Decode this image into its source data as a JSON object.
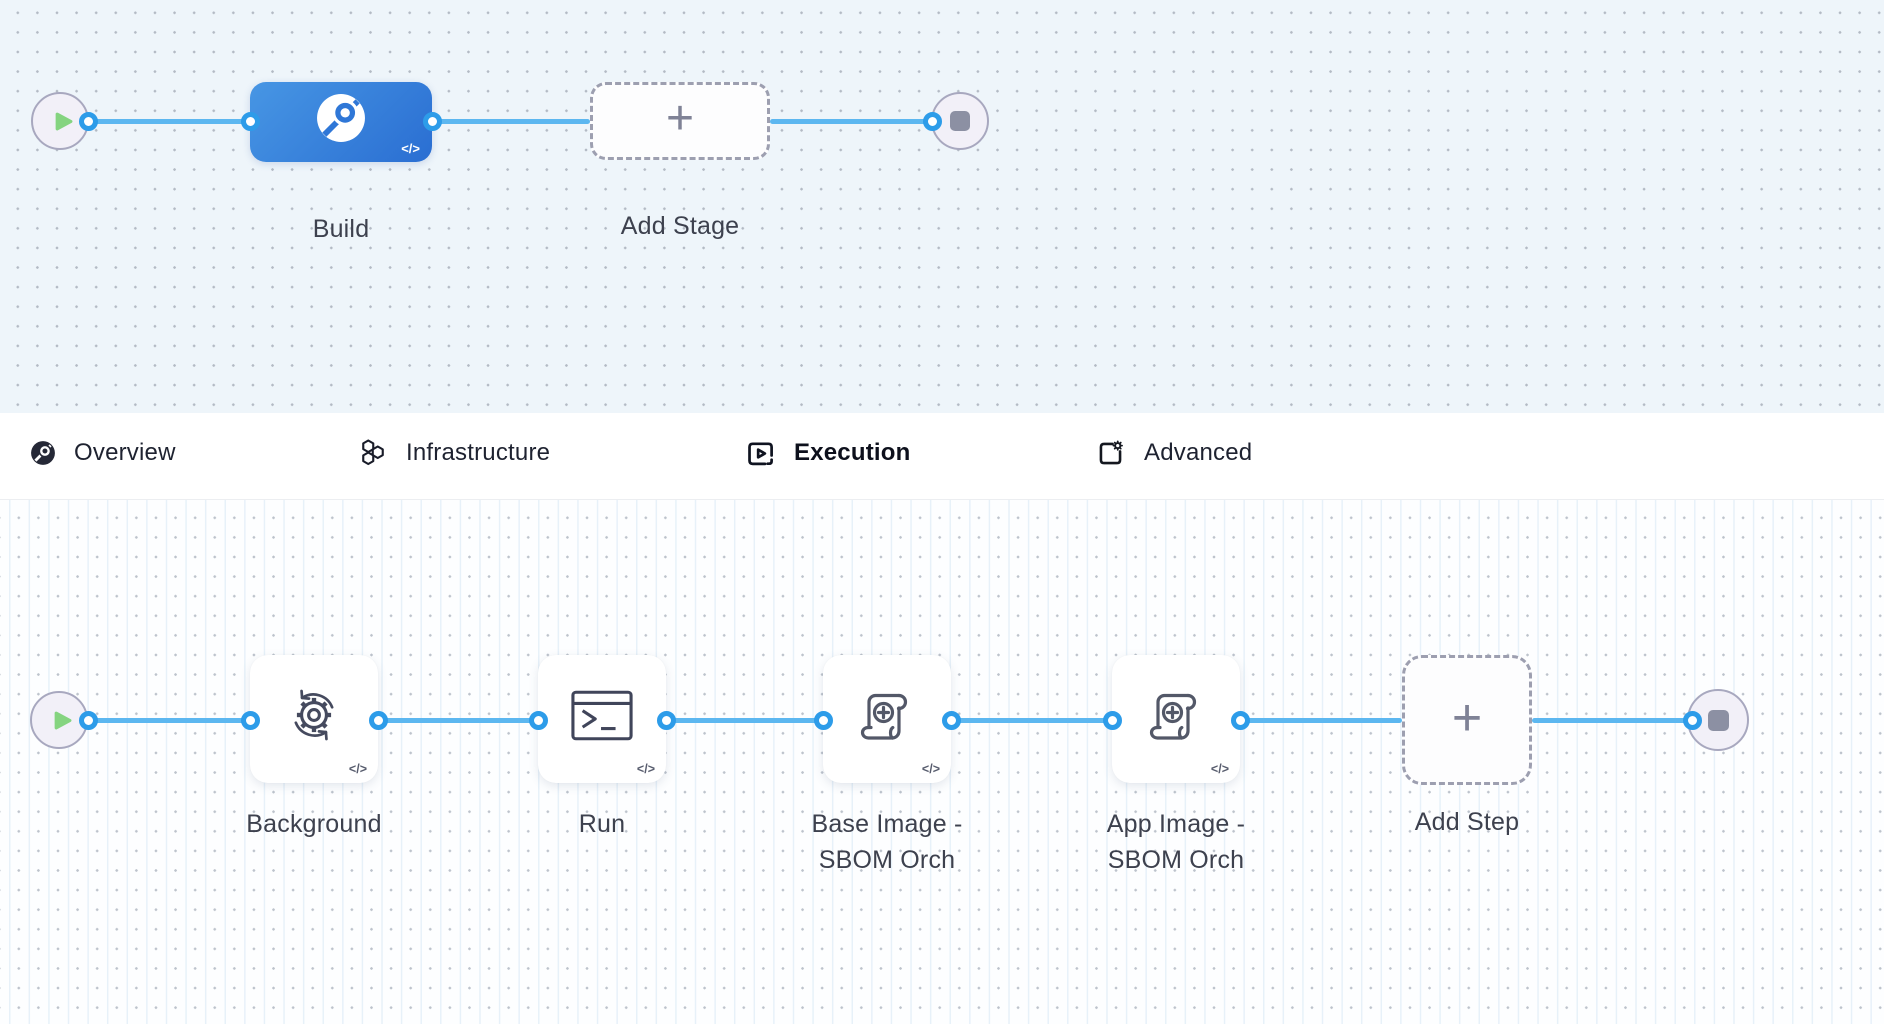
{
  "pipeline_stage_canvas": {
    "stages": [
      {
        "name": "Build",
        "type": "ci-build",
        "selected": true,
        "icon": "ci-module-icon"
      }
    ],
    "add_stage": {
      "label": "Add Stage"
    },
    "start_node": "play",
    "end_node": "stop"
  },
  "stage_tabs": {
    "items": [
      {
        "label": "Overview",
        "icon": "ci-module-icon",
        "active": false
      },
      {
        "label": "Infrastructure",
        "icon": "hexagon-cluster-icon",
        "active": false
      },
      {
        "label": "Execution",
        "icon": "execution-play-icon",
        "active": true
      },
      {
        "label": "Advanced",
        "icon": "advanced-settings-icon",
        "active": false
      }
    ]
  },
  "execution_canvas": {
    "steps": [
      {
        "lines": [
          "Background"
        ],
        "icon": "background-sync-icon"
      },
      {
        "lines": [
          "Run"
        ],
        "icon": "terminal-icon"
      },
      {
        "lines": [
          "Base Image -",
          "SBOM Orch"
        ],
        "icon": "sbom-scroll-icon"
      },
      {
        "lines": [
          "App Image -",
          "SBOM Orch"
        ],
        "icon": "sbom-scroll-icon"
      }
    ],
    "add_step": {
      "label": "Add Step"
    },
    "start_node": "play",
    "end_node": "stop"
  },
  "glyphs": {
    "plus": "+",
    "code_badge": "</>"
  },
  "colors": {
    "canvas_top_bg": "#eef5fa",
    "canvas_bottom_bg": "#fdfeff",
    "connector_line": "#5cb7f0",
    "connector_port": "#2d9ce9",
    "stage_gradient_start": "#4796e4",
    "stage_gradient_end": "#2a6ed2",
    "tab_underline": "#2e70d5",
    "play_green": "#85d480",
    "stop_gray": "#8c90a3",
    "label_text": "#3d414e",
    "dashed_border": "#9d9fb0"
  }
}
